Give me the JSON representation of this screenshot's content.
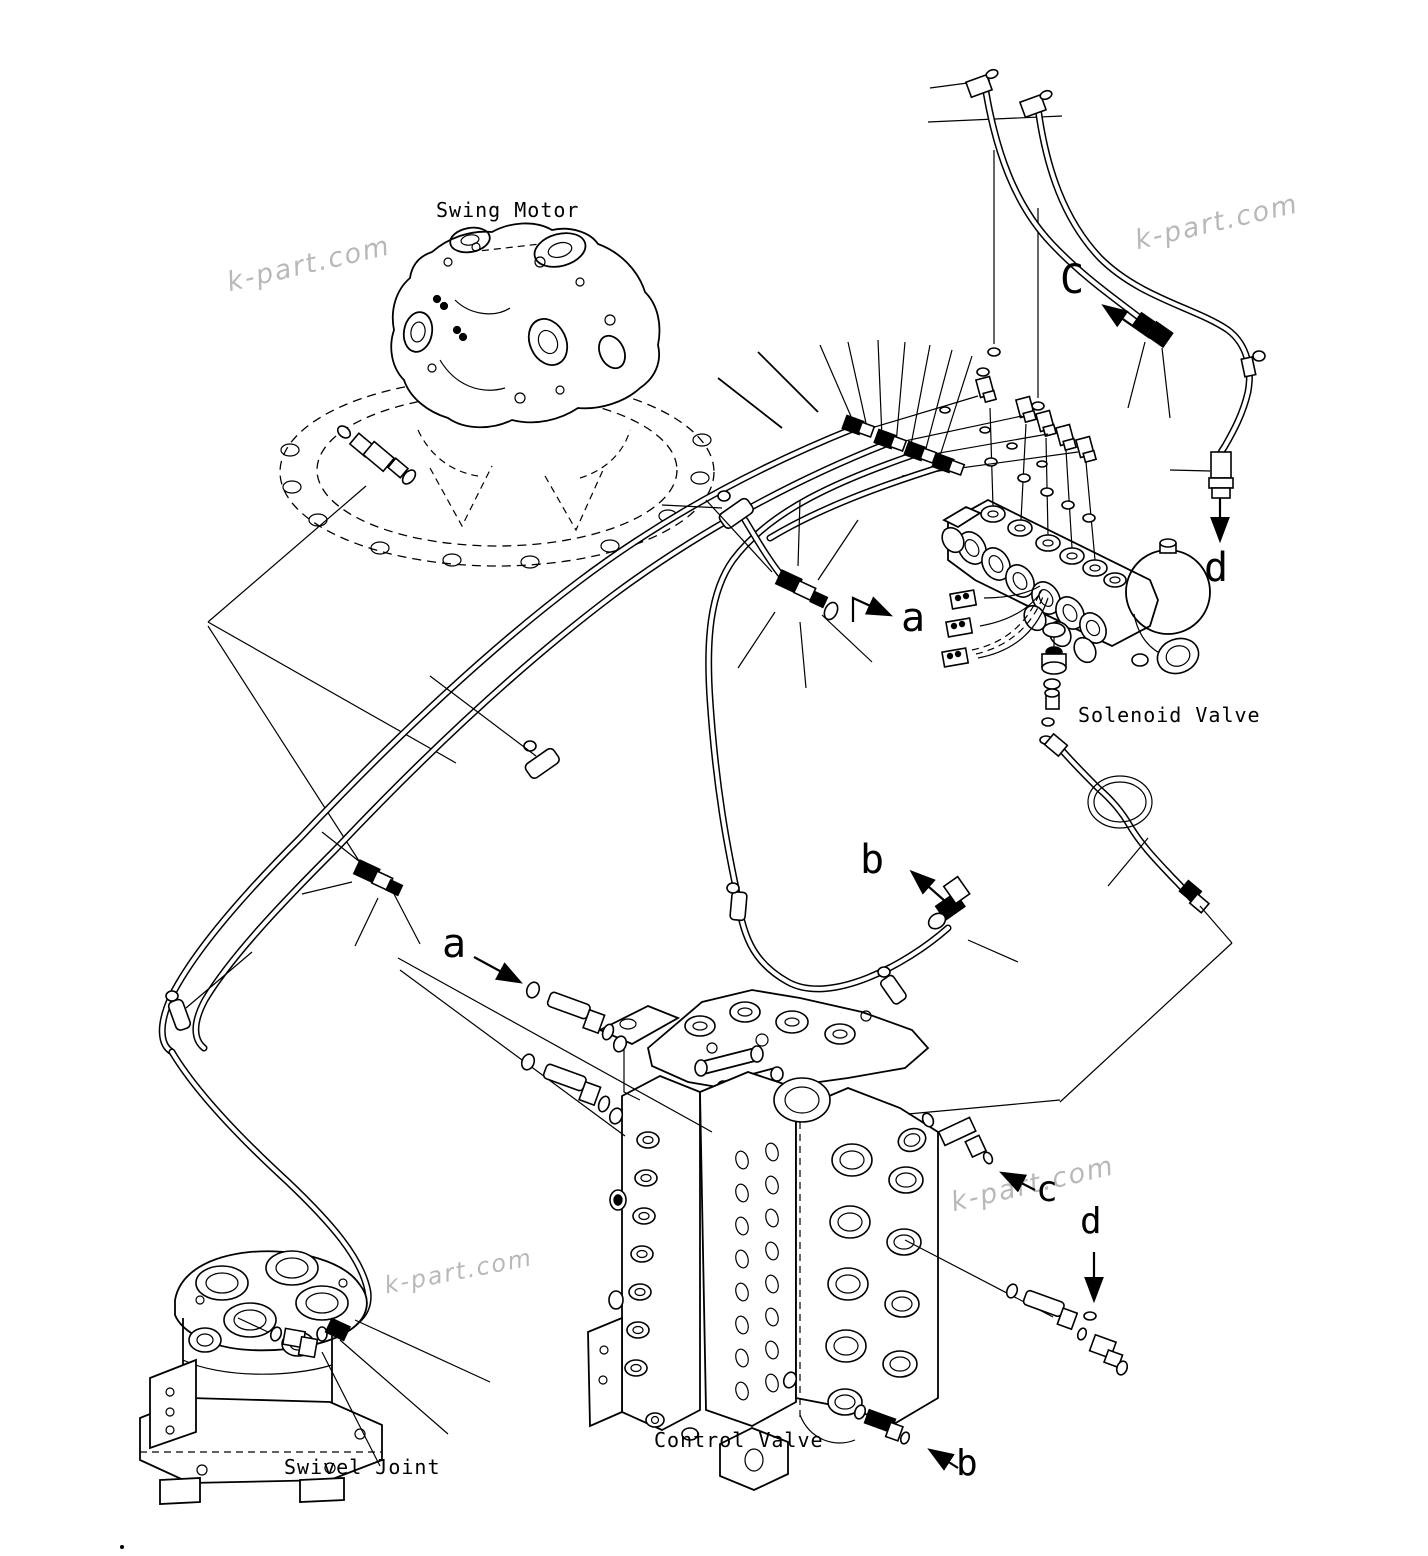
{
  "colors": {
    "line": "#000000",
    "background": "#ffffff",
    "watermark": "#b5b5b5"
  },
  "watermark": {
    "text": "k-part.com"
  },
  "labels": {
    "swing_motor": "Swing Motor",
    "solenoid_valve": "Solenoid Valve",
    "control_valve": "Control Valve",
    "swivel_joint": "Swivel Joint"
  },
  "callouts": {
    "view_c_top": "C",
    "view_d_top": "d",
    "view_a_mid": "a",
    "view_b_mid": "b",
    "view_a_left": "a",
    "view_c_bottom": "c",
    "view_d_bottom": "d",
    "view_b_bottom": "b"
  }
}
